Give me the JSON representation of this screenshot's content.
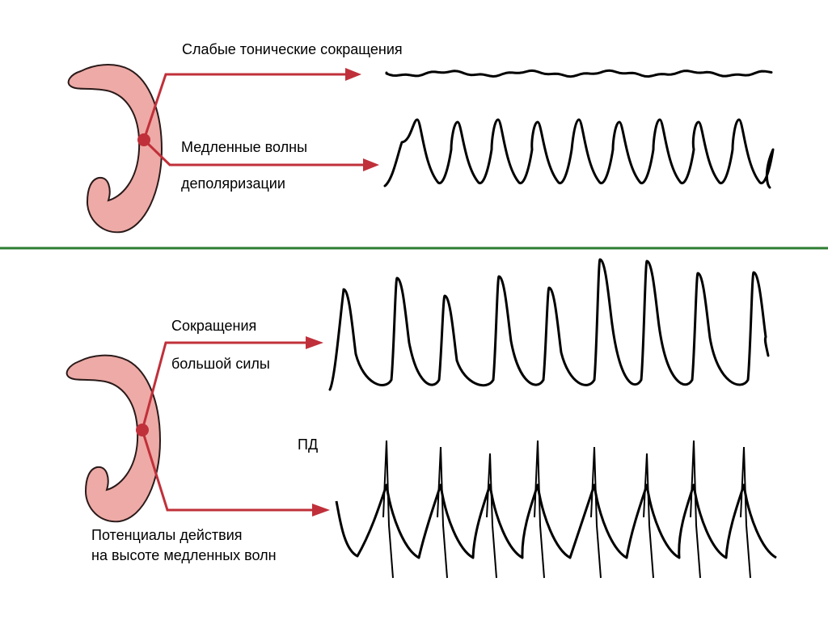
{
  "colors": {
    "divider": "#2e7d32",
    "arrow": "#c0303a",
    "stomach_fill": "#eeaaa6",
    "stomach_stroke": "#2a1a1a",
    "trace": "#000000"
  },
  "top_panel": {
    "label_tonic": "Слабые тонические сокращения",
    "label_slow_waves_line1": "Медленные волны",
    "label_slow_waves_line2": "деполяризации"
  },
  "bottom_panel": {
    "label_contractions_line1": "Сокращения",
    "label_contractions_line2": "большой силы",
    "label_pd": "ПД",
    "label_ap_line1": "Потенциалы действия",
    "label_ap_line2": "на высоте медленных волн"
  }
}
